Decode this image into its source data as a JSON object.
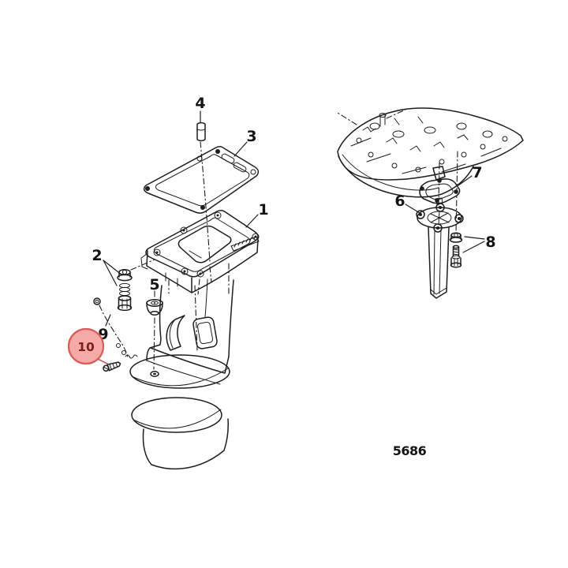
{
  "figure": {
    "code": "5686"
  },
  "callouts": {
    "c1": "1",
    "c2": "2",
    "c3": "3",
    "c4": "4",
    "c5": "5",
    "c6": "6",
    "c7": "7",
    "c8": "8",
    "c9": "9"
  },
  "highlight": {
    "label": "10",
    "fill": "#f5aaa7",
    "stroke": "#d95b57",
    "text_color": "#7a201f",
    "leader_color": "#bb5a55"
  },
  "drawing": {
    "ink": "#1d1d1d",
    "background": "#ffffff"
  }
}
